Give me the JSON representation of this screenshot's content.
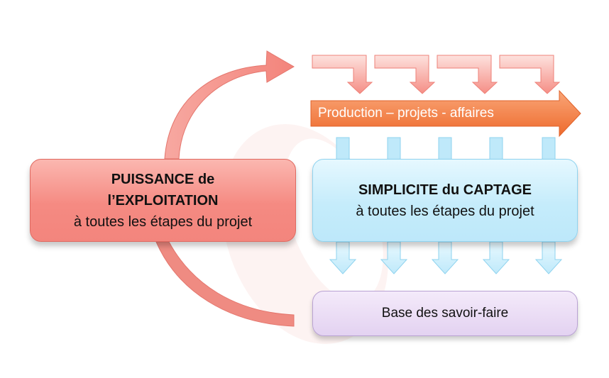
{
  "production_arrow": {
    "label": "Production – projets - affaires"
  },
  "left_box": {
    "title_line1": "PUISSANCE de",
    "title_line2": "l’EXPLOITATION",
    "subtitle": "à toutes les étapes du projet"
  },
  "center_box": {
    "title": "SIMPLICITE du CAPTAGE",
    "subtitle": "à toutes les étapes du projet"
  },
  "bottom_box": {
    "label": "Base des savoir-faire"
  },
  "colors": {
    "red_fill": "#f58a82",
    "orange_arrow": "#f27a3c",
    "blue_fill": "#c5ecfb",
    "purple_fill": "#e3d2f1"
  }
}
